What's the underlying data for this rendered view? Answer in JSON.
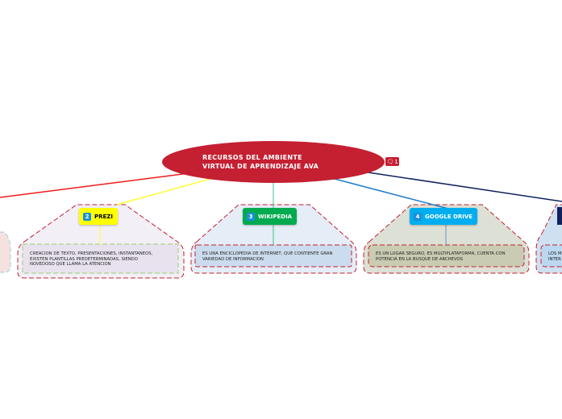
{
  "central": {
    "title_line1": "RECURSOS DEL AMBIENTE",
    "title_line2": "VIRTUAL DE APRENDIZAJE AVA",
    "comment_count": "1"
  },
  "topics": [
    {
      "number": "2",
      "label": "PREZI",
      "color": "#ffff00",
      "description_lines": [
        "CREACION DE TEXTO, PRESENTACIONES, INSTANTANEOS,",
        "EXISTEN PLANTILLAS PREDETERMINADAS, SIENDO",
        "NOVEDOSO QUE LLAMA LA ATENCION"
      ]
    },
    {
      "number": "3",
      "label": "WIKIPEDIA",
      "color": "#00aa4f",
      "description_lines": [
        "ES UNA ENCICLOPEDIA DE INTERNET, QUE CONTIENTE GRAN",
        "VARIEDAD DE INFORMACION"
      ]
    },
    {
      "number": "4",
      "label": "GOOGLE DRIVE",
      "color": "#00aeef",
      "description_lines": [
        "ES UN LUGAR SEGURO, ES MULTIPLATAFORMA, CUENTA CON",
        "POTENCIA EN LA BUSQUE DE ARCHEVOS"
      ]
    },
    {
      "partial_description_lines": [
        "LOS M",
        "INTER"
      ]
    }
  ]
}
